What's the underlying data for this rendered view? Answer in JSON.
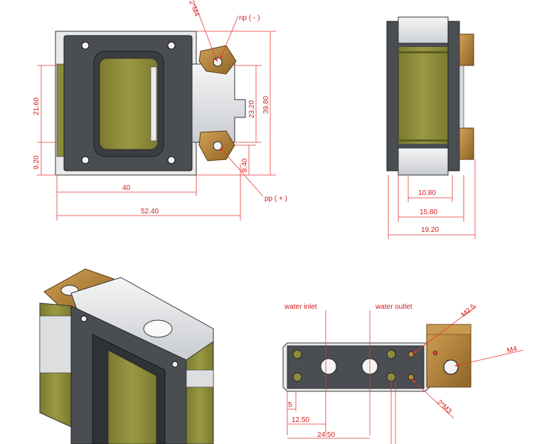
{
  "front_view": {
    "labels": {
      "top_thread": "2*M4",
      "negative": "np ( - )",
      "positive": "pp ( + )"
    },
    "dims": {
      "h1": "21.60",
      "h2": "9.20",
      "h3": "23.20",
      "h4": "39.80",
      "h5": "8.40",
      "w1": "40",
      "w2": "52.40"
    }
  },
  "side_view": {
    "dims": {
      "w1": "10.80",
      "w2": "15.80",
      "w3": "19.20"
    }
  },
  "bottom_view": {
    "labels": {
      "water_inlet": "water inlet",
      "water_outlet": "water outlet",
      "m25": "M2.5",
      "m4": "M4",
      "m3": "2*M3"
    },
    "dims": {
      "d1": "5",
      "d2": "12.50",
      "d3": "24.50"
    }
  },
  "colors": {
    "dim_red": "#e53935",
    "frame_dark": "#4a4d52",
    "olive": "#8d8c3a",
    "copper": "#b78a3a",
    "silver": "#e6e8ea"
  }
}
